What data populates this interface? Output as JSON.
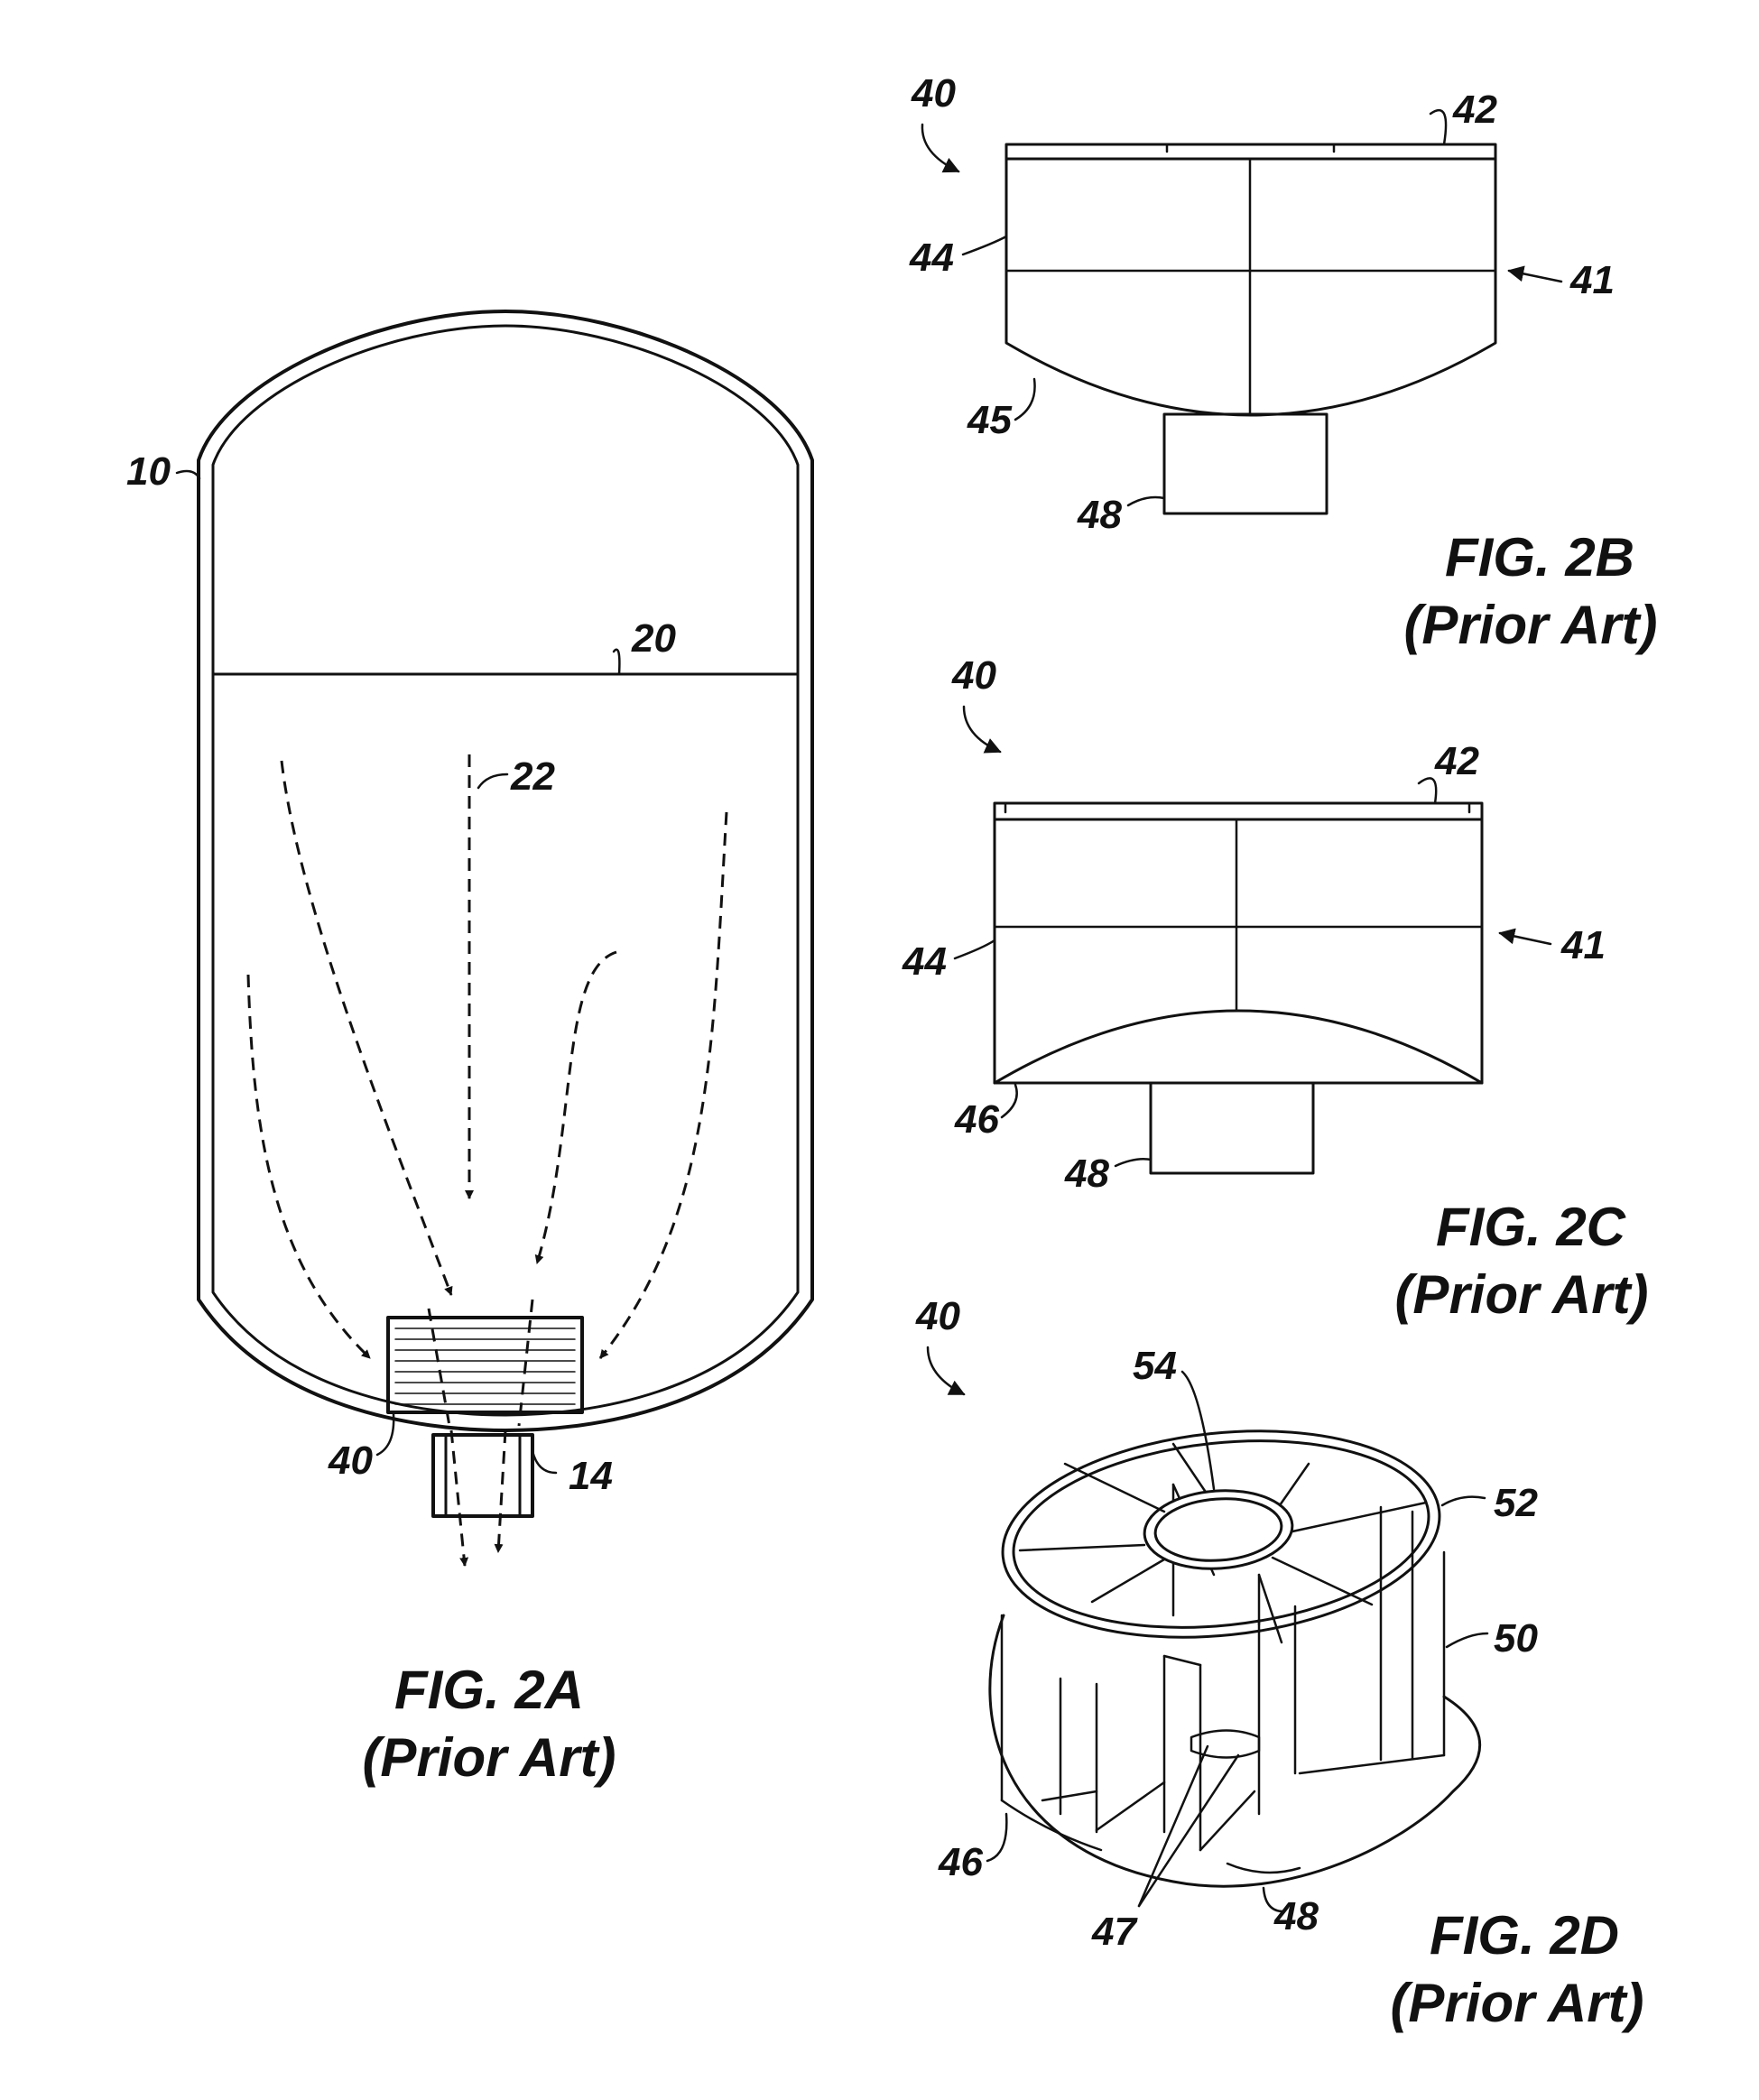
{
  "figures": {
    "fig2a": {
      "caption": "FIG. 2A",
      "subcaption": "(Prior Art)",
      "labels": {
        "tank": "10",
        "liquid_level": "20",
        "flow": "22",
        "filter": "40",
        "outlet": "14"
      }
    },
    "fig2b": {
      "caption": "FIG. 2B",
      "subcaption": "(Prior Art)",
      "labels": {
        "assembly": "40",
        "top_plate": "42",
        "side_wall": "44",
        "body": "41",
        "convex_bottom": "45",
        "stem": "48"
      }
    },
    "fig2c": {
      "caption": "FIG. 2C",
      "subcaption": "(Prior Art)",
      "labels": {
        "assembly": "40",
        "top_plate": "42",
        "side_wall": "44",
        "body": "41",
        "concave_bottom": "46",
        "stem": "48"
      }
    },
    "fig2d": {
      "caption": "FIG. 2D",
      "subcaption": "(Prior Art)",
      "labels": {
        "assembly": "40",
        "inner_ring": "54",
        "outer_ring": "52",
        "vane_wall": "50",
        "bottom": "46",
        "opening": "47",
        "stem": "48"
      }
    }
  },
  "colors": {
    "ink": "#111111",
    "paper": "#ffffff"
  }
}
